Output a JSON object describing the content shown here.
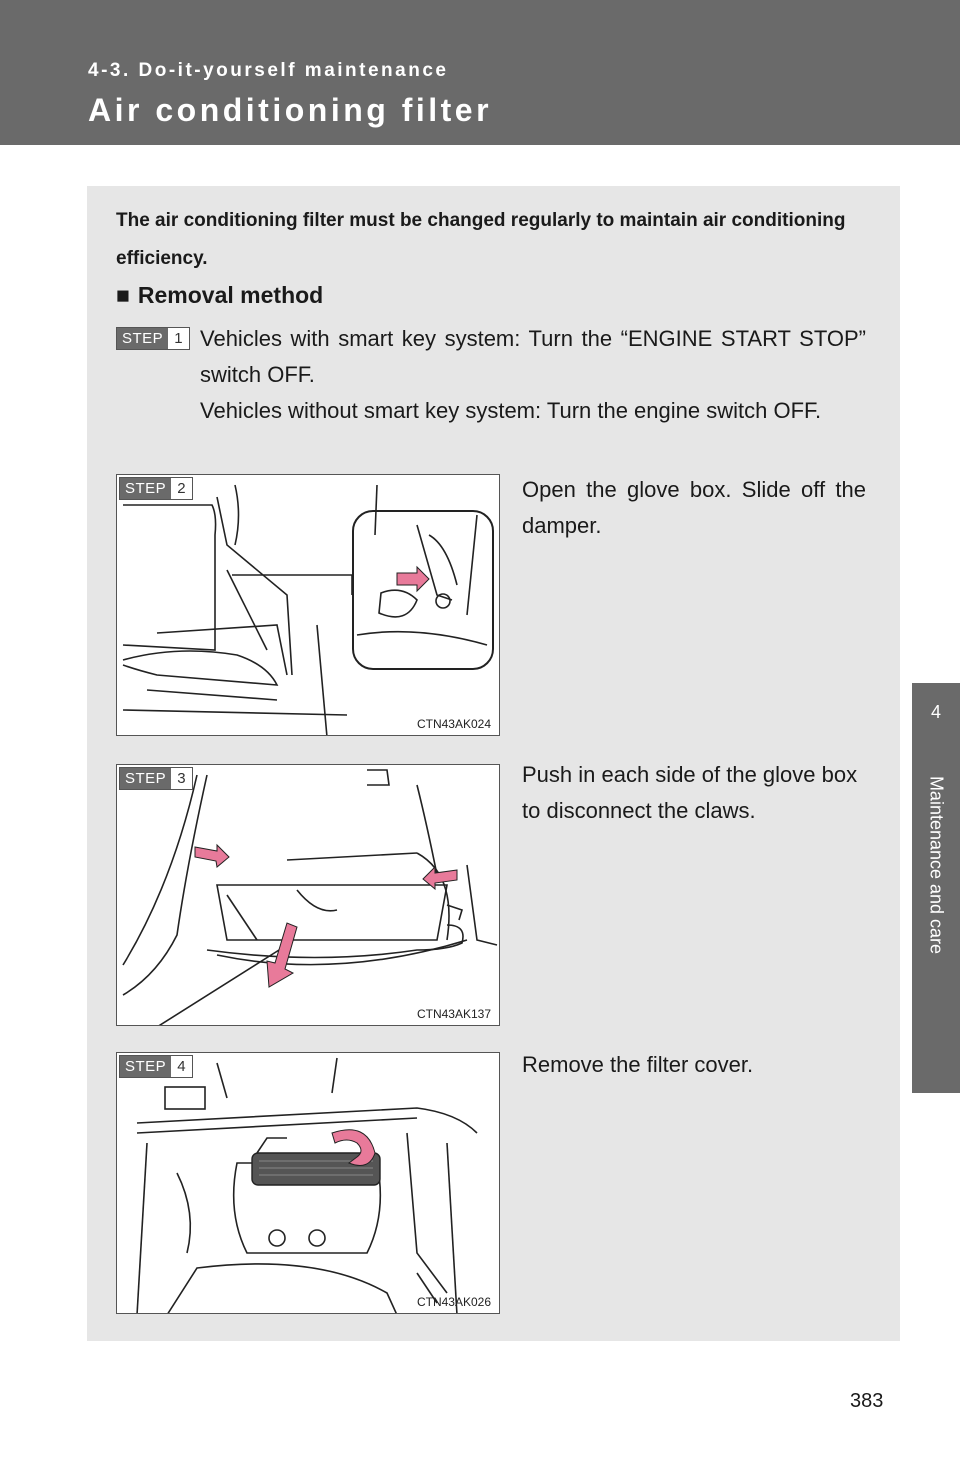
{
  "header": {
    "section_label": "4-3. Do-it-yourself maintenance",
    "title": "Air conditioning filter"
  },
  "side_tab": {
    "number": "4",
    "label": "Maintenance and care"
  },
  "intro": "The air conditioning filter must be changed regularly to maintain air conditioning efficiency.",
  "subhead": {
    "bullet": "■",
    "text": "Removal method"
  },
  "steps": [
    {
      "word": "STEP",
      "num": "1",
      "text": "Vehicles with smart key system: Turn the “ENGINE START STOP” switch OFF.\nVehicles without smart key system: Turn the engine switch OFF."
    },
    {
      "word": "STEP",
      "num": "2",
      "text": "Open the glove box. Slide off the damper.",
      "figure_code": "CTN43AK024"
    },
    {
      "word": "STEP",
      "num": "3",
      "text": "Push in each side of the glove box to disconnect the claws.",
      "figure_code": "CTN43AK137"
    },
    {
      "word": "STEP",
      "num": "4",
      "text": "Remove the filter cover.",
      "figure_code": "CTN43AK026"
    }
  ],
  "colors": {
    "header_bg": "#6a6a6a",
    "content_bg": "#e6e6e6",
    "arrow": "#e87a9a"
  },
  "page_number": "383"
}
